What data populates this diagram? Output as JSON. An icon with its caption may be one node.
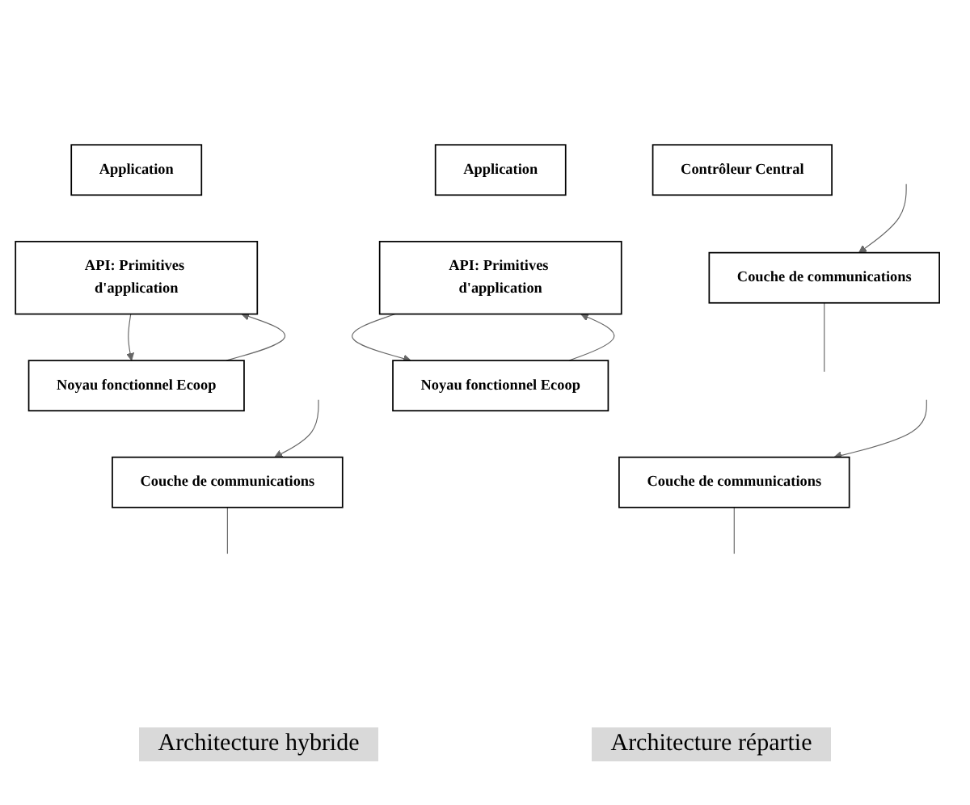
{
  "diagram": {
    "nodes": [
      {
        "text": [
          "Application"
        ]
      },
      {
        "text": [
          "API: Primitives d'application"
        ]
      },
      {
        "text": [
          "Noyau fonctionnel Ecoop"
        ]
      },
      {
        "text": [
          "Couche de communications"
        ]
      },
      {
        "text": [
          "Contrôleur Central"
        ]
      },
      {
        "text": [
          "Couche de communications"
        ]
      },
      {
        "text": [
          "Application"
        ]
      },
      {
        "text": [
          "API: Primitives d'application"
        ]
      },
      {
        "text": [
          "Noyau fonctionnel Ecoop"
        ]
      },
      {
        "text": [
          "Couche de communications"
        ]
      }
    ],
    "edges": [
      {
        "from": 2,
        "to": 1,
        "arrow": "to"
      },
      {
        "from": 1,
        "to": 2,
        "arrow": "to"
      },
      {
        "from": null,
        "to": 3,
        "arrow": "to"
      },
      {
        "from": 3,
        "to": null,
        "arrow": "none"
      },
      {
        "from": null,
        "to": 5,
        "arrow": "to"
      },
      {
        "from": 5,
        "to": null,
        "arrow": "none"
      },
      {
        "from": 8,
        "to": 7,
        "arrow": "to"
      },
      {
        "from": 7,
        "to": 8,
        "arrow": "to"
      },
      {
        "from": null,
        "to": 9,
        "arrow": "to"
      },
      {
        "from": 9,
        "to": null,
        "arrow": "none"
      }
    ],
    "labels": [
      "Architecture hybride",
      "Architecture répartie"
    ]
  }
}
